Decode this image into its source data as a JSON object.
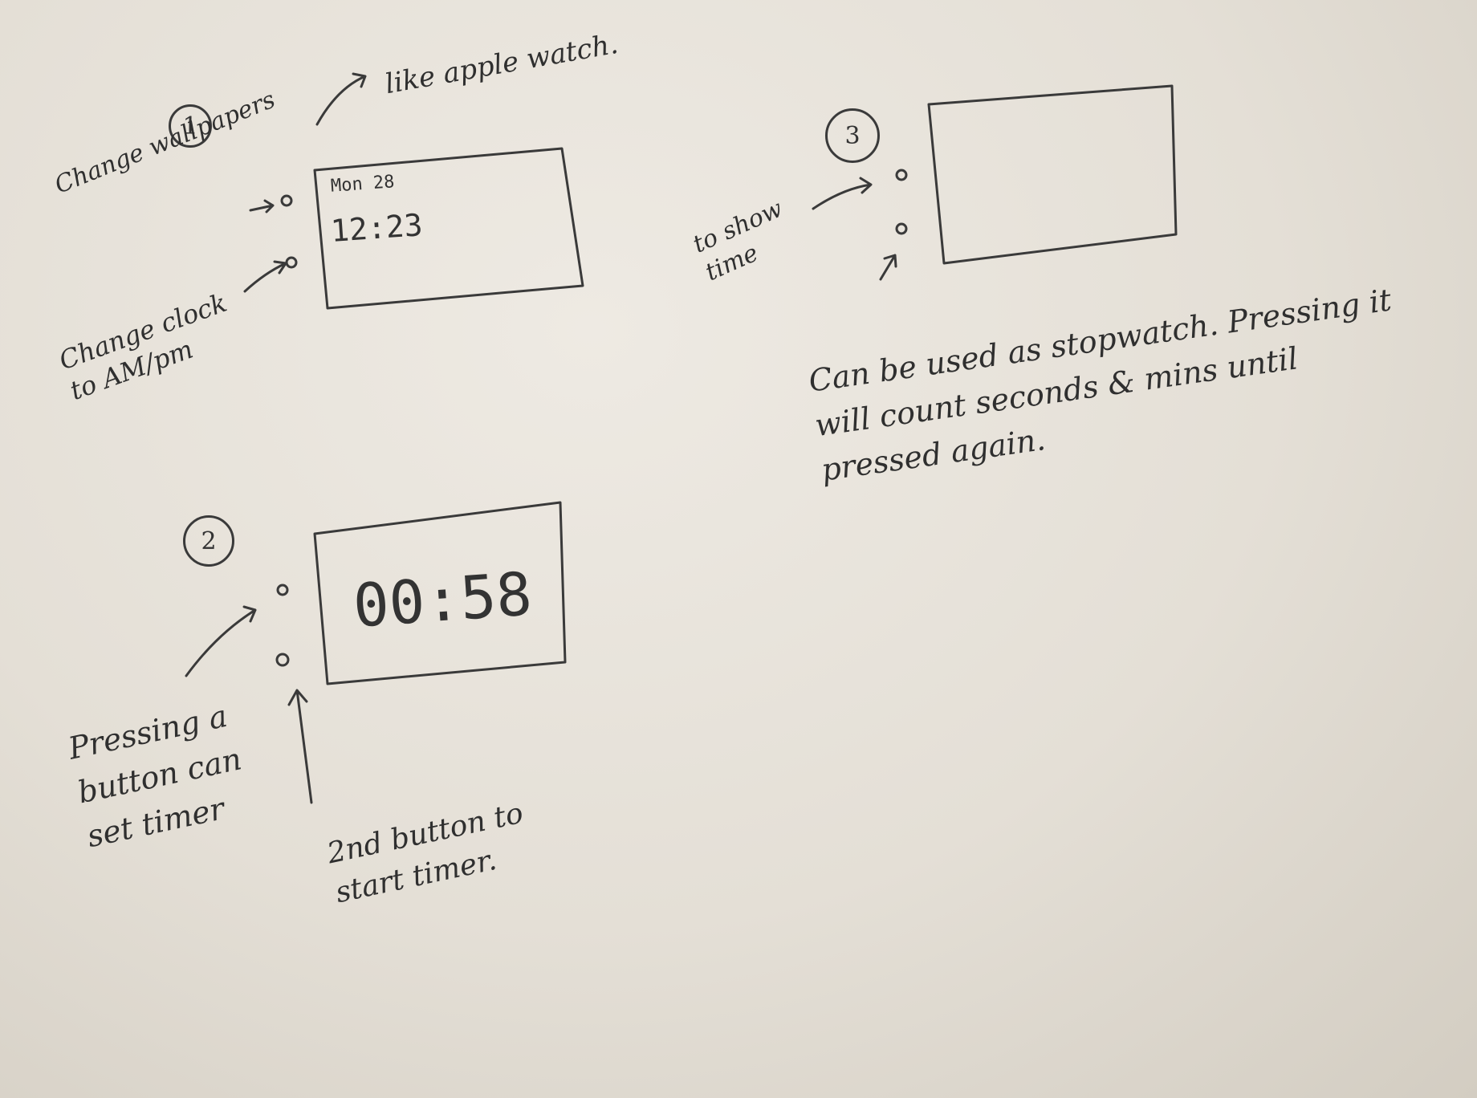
{
  "sketch1": {
    "number": "1",
    "note_wallpaper": "Change wallpapers",
    "note_apple": "like apple watch.",
    "note_clock": "Change clock to AM/pm",
    "screen_date": "Mon 28",
    "screen_time": "12:23"
  },
  "sketch2": {
    "number": "2",
    "screen_timer": "00:58",
    "note_set": "Pressing a button can set timer",
    "note_start": "2nd button to start timer."
  },
  "sketch3": {
    "number": "3",
    "note_show": "to show time",
    "note_stopwatch": "Can be used as stopwatch. Pressing it will count seconds & mins until pressed again."
  }
}
